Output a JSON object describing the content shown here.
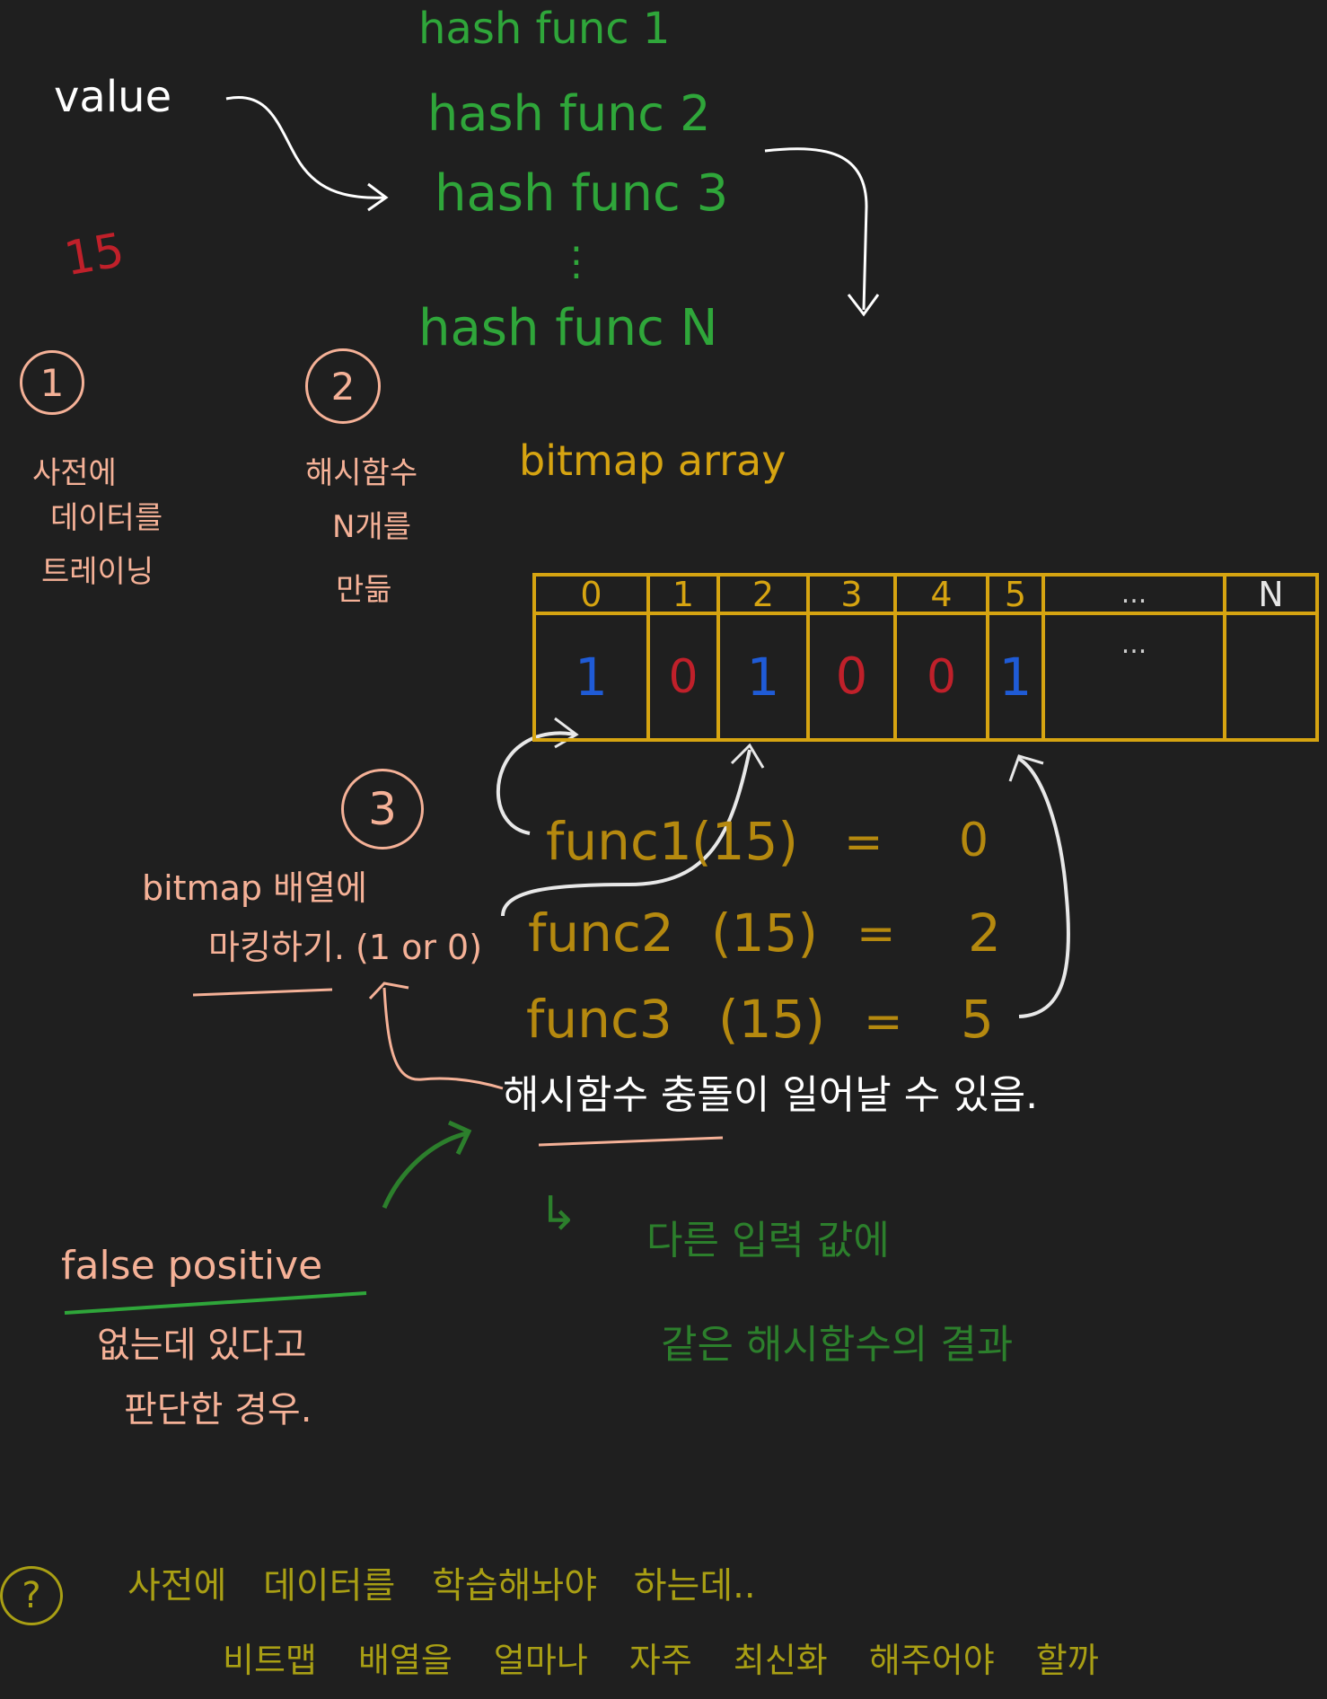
{
  "colors": {
    "background": "#1f1f1f",
    "hash_funcs": "#2fa63a",
    "steps": "#f5b197",
    "bitmap": "#d6a411",
    "marked_bit": "#1f5bd6",
    "empty_bit": "#c0202a",
    "question": "#a99f14"
  },
  "value_label": "value",
  "input_value": "15",
  "hash_funcs": [
    "hash func 1",
    "hash func 2",
    "hash func 3",
    "⋮",
    "hash func N"
  ],
  "steps": [
    {
      "num": "1",
      "lines": [
        "사전에",
        "데이터를",
        "트레이닝"
      ]
    },
    {
      "num": "2",
      "lines": [
        "해시함수",
        "N개를",
        "만듦"
      ]
    },
    {
      "num": "3",
      "lines": [
        "bitmap 배열에",
        "마킹하기. (1 or 0)"
      ]
    }
  ],
  "bitmap": {
    "title": "bitmap array",
    "indices": [
      "0",
      "1",
      "2",
      "3",
      "4",
      "5",
      "...",
      "N"
    ],
    "bits": [
      "1",
      "0",
      "1",
      "0",
      "0",
      "1",
      "...",
      ""
    ]
  },
  "equations": [
    {
      "func": "func1",
      "arg": "(15)",
      "eq": "=",
      "result": "0"
    },
    {
      "func": "func2",
      "arg": "(15)",
      "eq": "=",
      "result": "2"
    },
    {
      "func": "func3",
      "arg": "(15)",
      "eq": "=",
      "result": "5"
    }
  ],
  "collision": {
    "text": "해시함수 충돌이 일어날 수 있음.",
    "detail_arrow": "↳",
    "detail_lines": [
      "다른 입력 값에",
      "같은 해시함수의 결과"
    ]
  },
  "false_positive": {
    "title": "false positive",
    "lines": [
      "없는데 있다고",
      "판단한 경우."
    ]
  },
  "question": {
    "mark": "?",
    "lines": [
      "사전에 데이터를 학습해놔야 하는데..",
      "비트맵 배열을 얼마나 자주 최신화 해주어야 할까"
    ]
  }
}
